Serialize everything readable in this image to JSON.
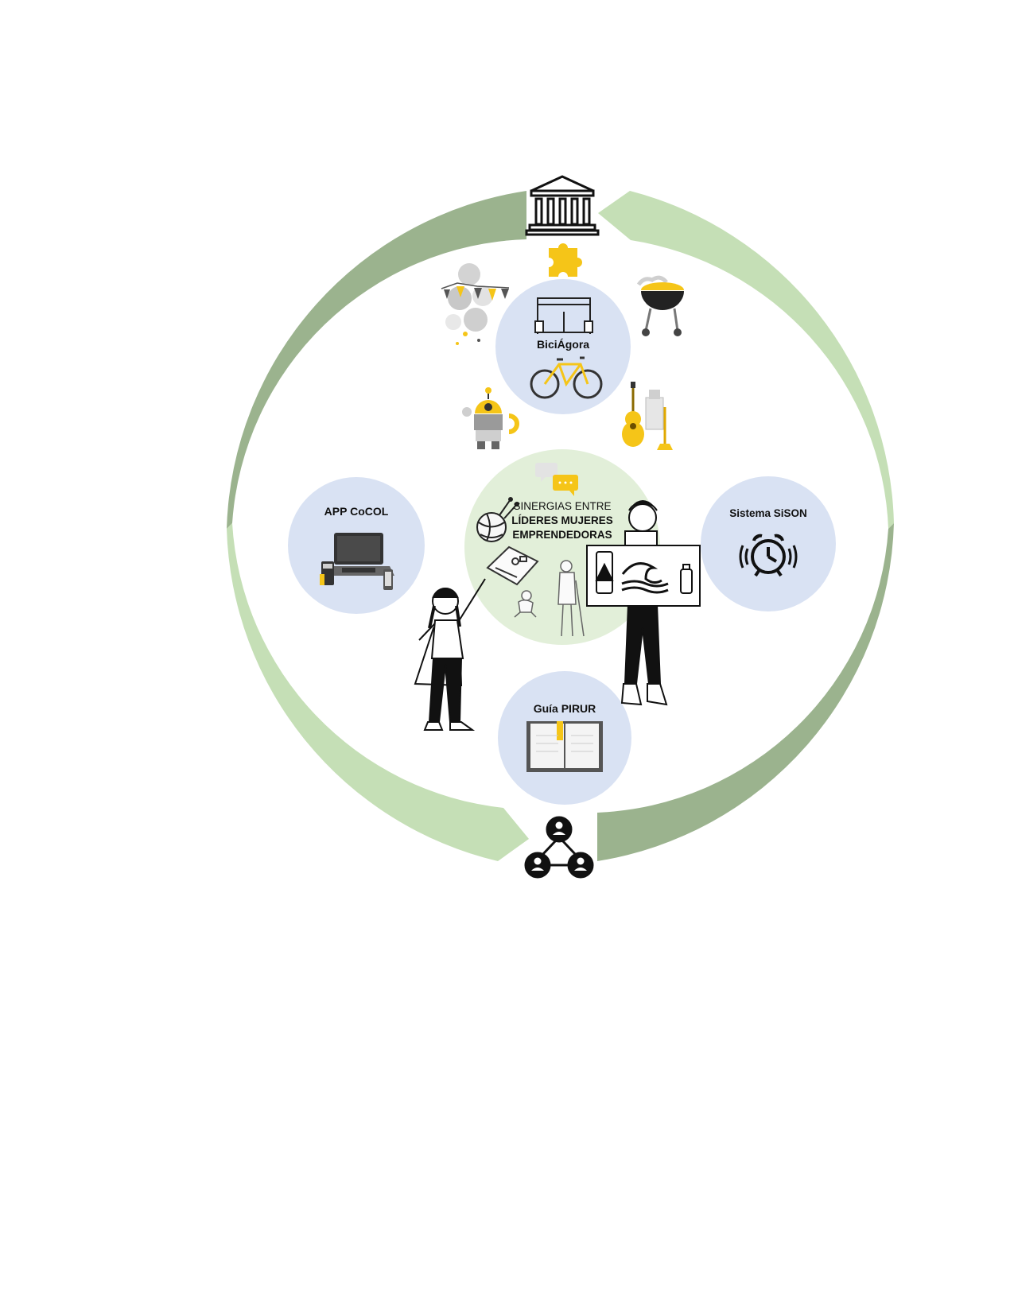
{
  "colors": {
    "arc_dark": "#9bb38e",
    "arc_light": "#c5dfb6",
    "hub_blue": "#d9e2f3",
    "hub_green": "#e2efd9",
    "accent_yellow": "#f5c518",
    "ink": "#111111"
  },
  "top_icon": "government-building-icon",
  "bottom_icon": "people-network-icon",
  "hubs": {
    "biciagora": {
      "title": "BiciÁgora",
      "icons": [
        "stage-truss-icon",
        "bicycle-icon"
      ]
    },
    "app_cocol": {
      "title": "APP CoCOL",
      "icons": [
        "laptop-icon",
        "calculator-icon",
        "phone-icon"
      ]
    },
    "sistema_sison": {
      "title": "Sistema SiSON",
      "icons": [
        "alarm-clock-icon"
      ]
    },
    "guia_pirur": {
      "title": "Guía PIRUR",
      "icons": [
        "open-book-icon"
      ]
    },
    "center": {
      "line1": "SINERGIAS ENTRE",
      "line2": "LÍDERES MUJERES",
      "line3": "EMPRENDEDORAS",
      "icons": [
        "yarn-ball-icon",
        "speech-bubbles-icon",
        "notebook-icon",
        "baby-icon",
        "elderly-person-icon"
      ]
    }
  },
  "satellite_icons": [
    "puzzle-piece-icon",
    "balloons-icon",
    "barbecue-grill-icon",
    "robot-icon",
    "music-instruments-icon"
  ],
  "figures": [
    "girl-hero-figure",
    "woman-holding-sign-figure"
  ]
}
